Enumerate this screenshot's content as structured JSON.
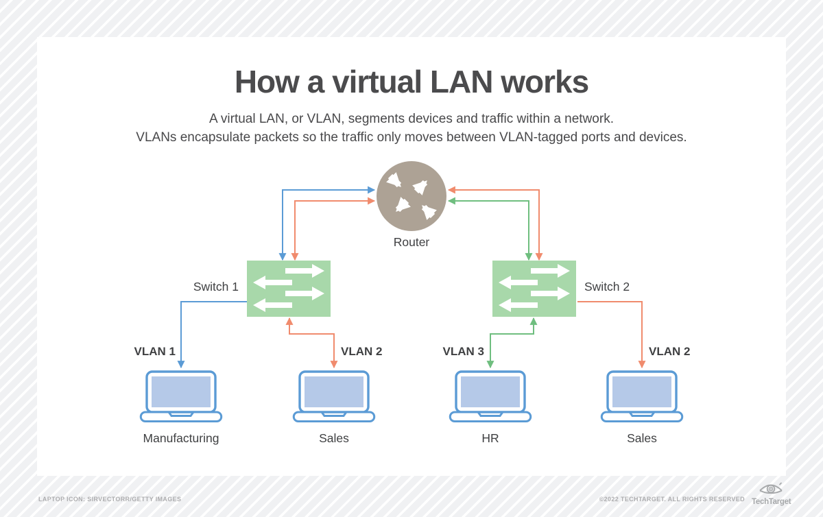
{
  "page": {
    "title": "How a virtual LAN works",
    "subtitle_line1": "A virtual LAN, or VLAN, segments devices and traffic within a network.",
    "subtitle_line2": "VLANs encapsulate packets so the traffic only moves between VLAN-tagged ports and devices."
  },
  "diagram": {
    "router": {
      "label": "Router"
    },
    "switches": [
      {
        "label": "Switch 1"
      },
      {
        "label": "Switch 2"
      }
    ],
    "devices": [
      {
        "vlan_label": "VLAN 1",
        "name": "Manufacturing",
        "vlan_color": "#5b9bd5",
        "connected_switch": "Switch 1"
      },
      {
        "vlan_label": "VLAN 2",
        "name": "Sales",
        "vlan_color": "#f08b6d",
        "connected_switch": "Switch 1"
      },
      {
        "vlan_label": "VLAN 3",
        "name": "HR",
        "vlan_color": "#6fbe7f",
        "connected_switch": "Switch 2"
      },
      {
        "vlan_label": "VLAN 2",
        "name": "Sales",
        "vlan_color": "#f08b6d",
        "connected_switch": "Switch 2"
      }
    ],
    "colors": {
      "vlan1_blue": "#5b9bd5",
      "vlan2_orange": "#f08b6d",
      "vlan3_green": "#6fbe7f",
      "switch_fill": "#a8d8aa",
      "router_fill": "#ada295",
      "laptop_outline": "#5b9bd5",
      "laptop_screen_fill": "#b5c9e8"
    }
  },
  "footer": {
    "credit_left": "LAPTOP ICON: SIRVECTORR/GETTY IMAGES",
    "copyright": "©2022 TECHTARGET. ALL RIGHTS RESERVED",
    "brand": "TechTarget"
  }
}
